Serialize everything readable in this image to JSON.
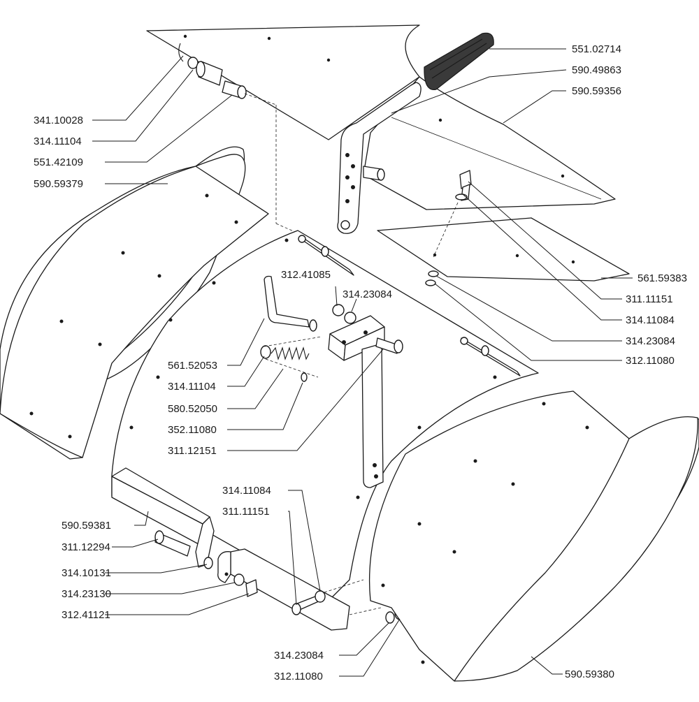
{
  "part_numbers": [
    "551.02714",
    "590.49863",
    "590.59356",
    "341.10028",
    "314.11104",
    "551.42109",
    "590.59379",
    "312.41085",
    "314.23084",
    "561.59383",
    "311.11151",
    "314.11084",
    "314.23084",
    "312.11080",
    "561.52053",
    "314.11104",
    "580.52050",
    "352.11080",
    "311.12151",
    "314.11084",
    "311.11151",
    "590.59381",
    "311.12294",
    "314.10131",
    "314.23130",
    "312.41121",
    "314.23084",
    "312.11080",
    "590.59380"
  ]
}
